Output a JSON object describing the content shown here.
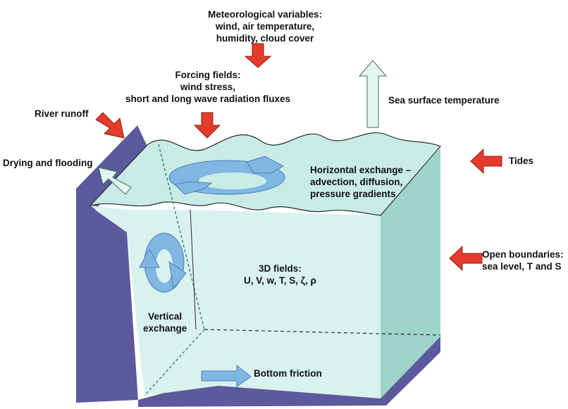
{
  "labels": {
    "meteorological": [
      "Meteorological variables:",
      "wind, air temperature,",
      "humidity, cloud cover"
    ],
    "forcing": [
      "Forcing fields:",
      "wind stress,",
      "short and long wave radiation fluxes"
    ],
    "sst": "Sea surface temperature",
    "river": "River runoff",
    "drying": "Drying and flooding",
    "tides": "Tides",
    "horizontal": [
      "Horizontal exchange –",
      "advection, diffusion,",
      "pressure gradients"
    ],
    "open_boundaries": [
      "Open boundaries:",
      "sea level, T and S"
    ],
    "fields3d": [
      "3D fields:",
      "U, V, w, T, S, ζ, ρ"
    ],
    "vertical": [
      "Vertical",
      "exchange"
    ],
    "bottom": "Bottom friction"
  },
  "colors": {
    "water_front": "#d9f2ee",
    "water_side": "#9dd3c8",
    "water_top": "#c8ebe5",
    "land": "#5c5a9c",
    "forcing_arrow": "#e53b2c",
    "outflow_arrow": "#e2f5ef",
    "exchange_arrow": "#7fb6e2"
  }
}
